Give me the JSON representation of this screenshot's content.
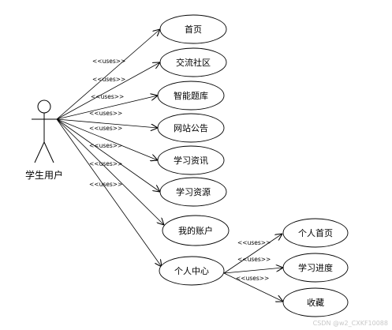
{
  "actor": {
    "label": "学生用户",
    "icon": "stick-figure-icon"
  },
  "stereotype": "<<uses>>",
  "use_cases": [
    {
      "id": "home",
      "label": "首页"
    },
    {
      "id": "community",
      "label": "交流社区"
    },
    {
      "id": "question_bank",
      "label": "智能题库"
    },
    {
      "id": "announcement",
      "label": "网站公告"
    },
    {
      "id": "learning_info",
      "label": "学习资讯"
    },
    {
      "id": "learning_resources",
      "label": "学习资源"
    },
    {
      "id": "my_account",
      "label": "我的账户"
    },
    {
      "id": "personal_center",
      "label": "个人中心"
    }
  ],
  "sub_use_cases": [
    {
      "id": "personal_home",
      "label": "个人首页"
    },
    {
      "id": "learning_progress",
      "label": "学习进度"
    },
    {
      "id": "favorites",
      "label": "收藏"
    }
  ],
  "watermark": "CSDN @w2_CXKF10088"
}
